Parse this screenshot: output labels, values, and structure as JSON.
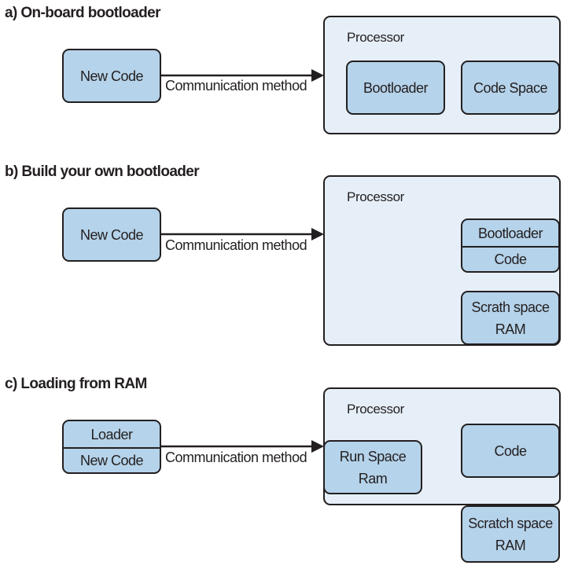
{
  "diagram_a": {
    "heading": "a) On-board bootloader",
    "source": "New Code",
    "arrow_label": "Communication method",
    "processor": "Processor",
    "bootloader": "Bootloader",
    "code_space": "Code Space"
  },
  "diagram_b": {
    "heading": "b) Build your own bootloader",
    "source": "New Code",
    "arrow_label": "Communication method",
    "processor": "Processor",
    "bootloader": "Bootloader",
    "code": "Code",
    "scratch_line1": "Scrath space",
    "scratch_line2": "RAM"
  },
  "diagram_c": {
    "heading": "c) Loading from RAM",
    "source_top": "Loader",
    "source_bottom": "New Code",
    "arrow_label": "Communication method",
    "processor": "Processor",
    "run_space": "Run Space Ram",
    "code": "Code",
    "scratch_line1": "Scratch space",
    "scratch_line2": "RAM"
  },
  "colors": {
    "box_fill": "#b5d3ea",
    "processor_fill": "#e6eff8",
    "stroke": "#231f20"
  }
}
